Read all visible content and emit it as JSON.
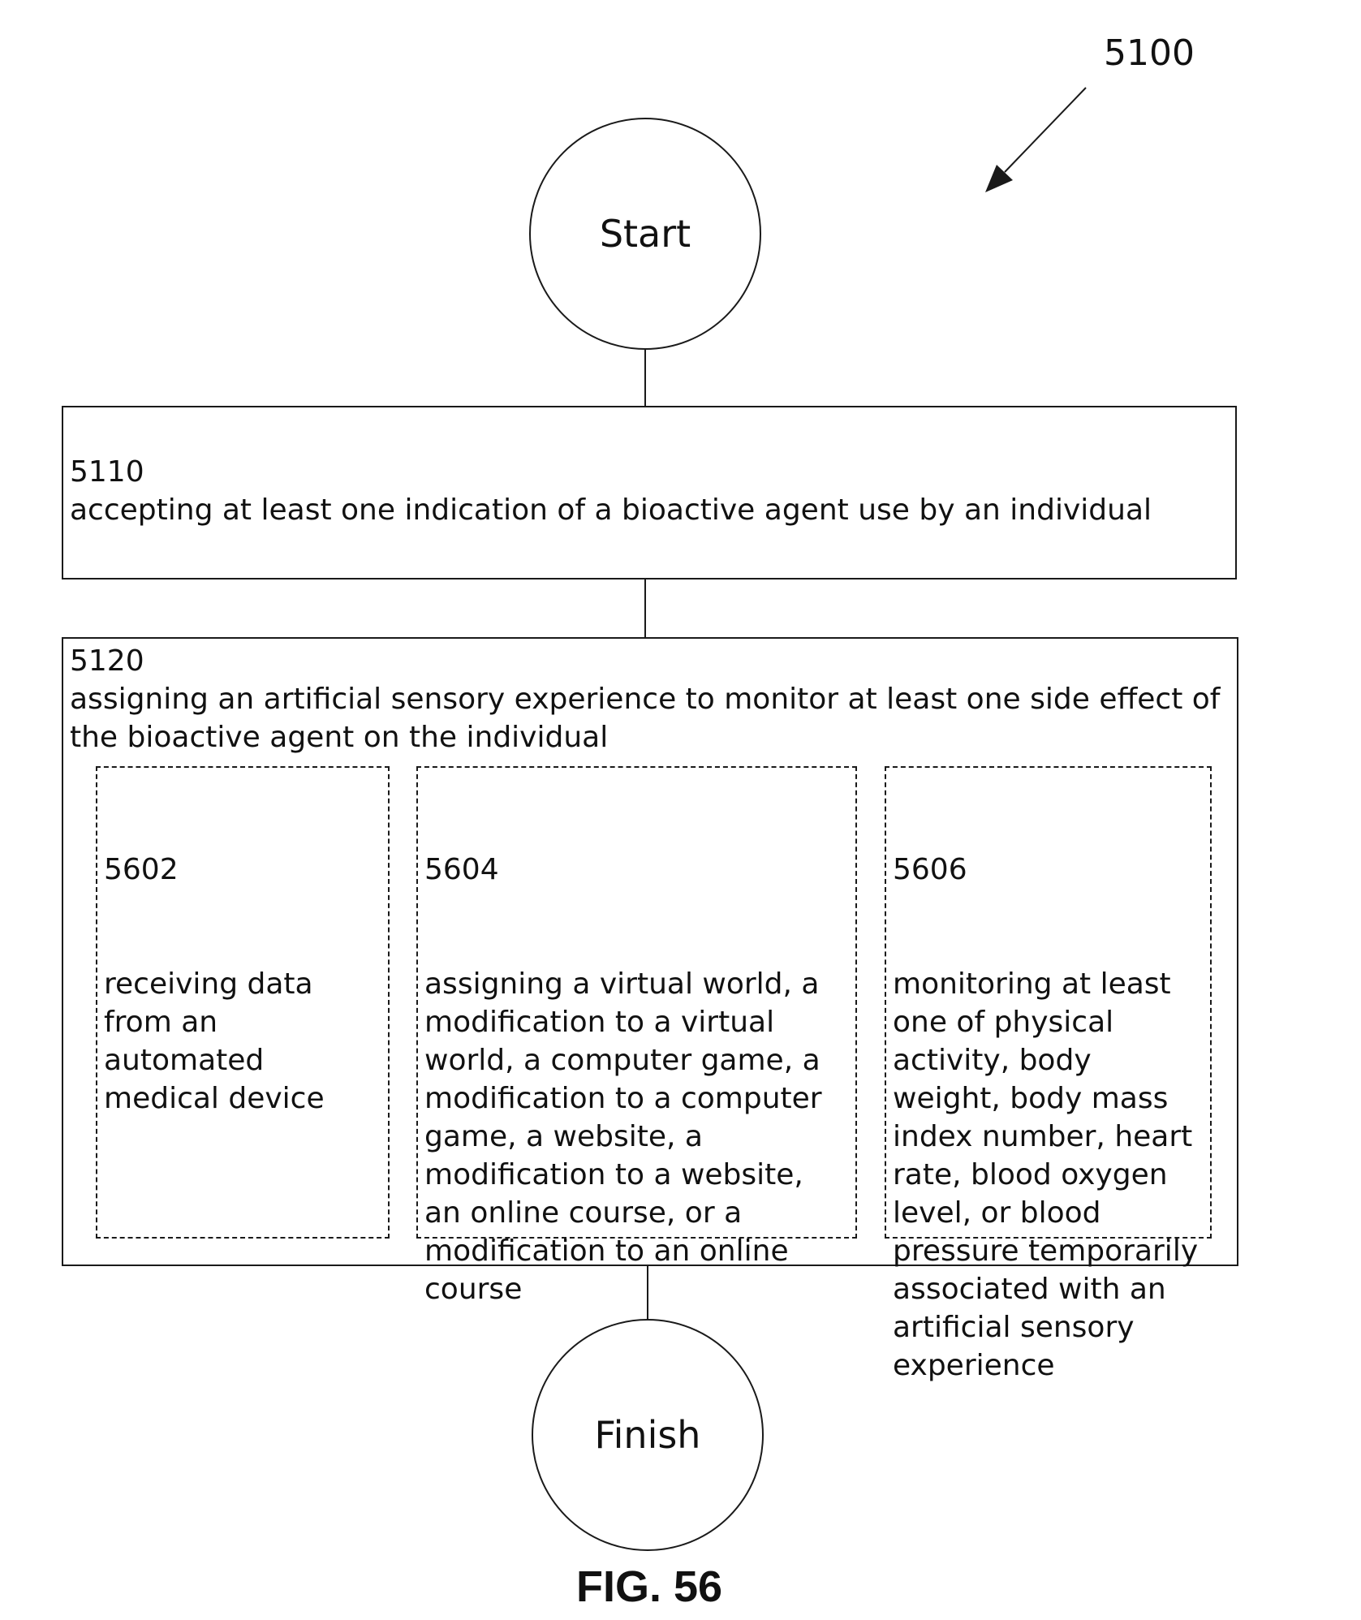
{
  "figure": {
    "reference_number": "5100",
    "caption": "FIG. 56"
  },
  "nodes": {
    "start": "Start",
    "finish": "Finish"
  },
  "steps": [
    {
      "number": "5110",
      "text": "accepting at least one indication of a bioactive agent use by an individual"
    },
    {
      "number": "5120",
      "text_lines": [
        "assigning an artificial sensory experience to monitor at least one side effect of",
        "the bioactive agent on the individual"
      ],
      "substeps": [
        {
          "number": "5602",
          "text": "receiving data\nfrom an\nautomated\nmedical device"
        },
        {
          "number": "5604",
          "text": "assigning a virtual world, a\nmodification to a virtual\nworld, a computer game, a\nmodification to a computer\ngame, a website, a\nmodification to a website,\nan online course, or a\nmodification to an online\ncourse"
        },
        {
          "number": "5606",
          "text": "monitoring at least\none of physical\nactivity, body\nweight, body mass\nindex number, heart\nrate, blood oxygen\nlevel, or blood\npressure temporarily\nassociated with an\nartificial sensory\nexperience"
        }
      ]
    }
  ],
  "colors": {
    "line": "#1a1a1a",
    "background": "#ffffff"
  }
}
